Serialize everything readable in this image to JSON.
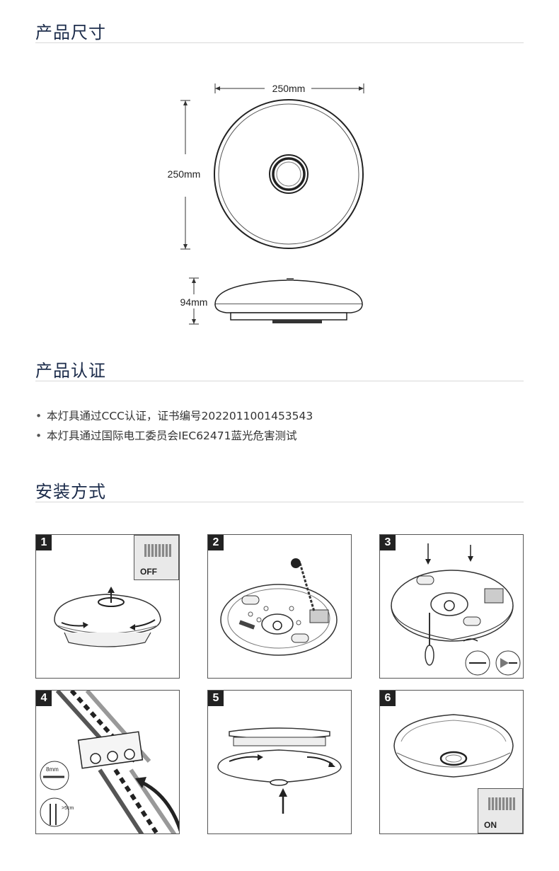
{
  "sections": {
    "size_title": "产品尺寸",
    "cert_title": "产品认证",
    "install_title": "安装方式"
  },
  "dimensions": {
    "width": "250mm",
    "diameter": "250mm",
    "height": "94mm"
  },
  "certifications": [
    "本灯具通过CCC认证，证书编号2022011001453543",
    "本灯具通过国际电工委员会IEC62471蓝光危害测试"
  ],
  "steps": [
    {
      "number": "1",
      "switch": "OFF"
    },
    {
      "number": "2"
    },
    {
      "number": "3"
    },
    {
      "number": "4",
      "strip_length": "8mm",
      "clearance": ">5cm"
    },
    {
      "number": "5"
    },
    {
      "number": "6",
      "switch": "ON"
    }
  ]
}
